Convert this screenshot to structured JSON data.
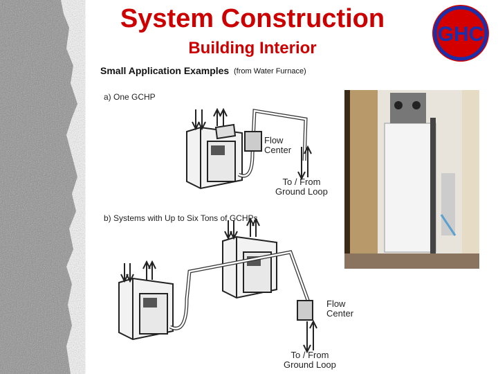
{
  "slide": {
    "title": "System Construction",
    "subtitle": "Building Interior",
    "logo_text": "GHC"
  },
  "diagram": {
    "heading": "Small Application Examples",
    "source": "(from Water Furnace)",
    "part_a": "a) One GCHP",
    "part_b": "b) Systems with Up to Six Tons of GCHPs",
    "flow_center_a": [
      "Flow",
      "Center"
    ],
    "ground_loop_a": [
      "To / From",
      "Ground Loop"
    ],
    "flow_center_b": [
      "Flow",
      "Center"
    ],
    "ground_loop_b": [
      "To / From",
      "Ground Loop"
    ]
  },
  "colors": {
    "title": "#cc0000",
    "logo_ring": "#1a2faa",
    "logo_fill": "#d40000"
  }
}
